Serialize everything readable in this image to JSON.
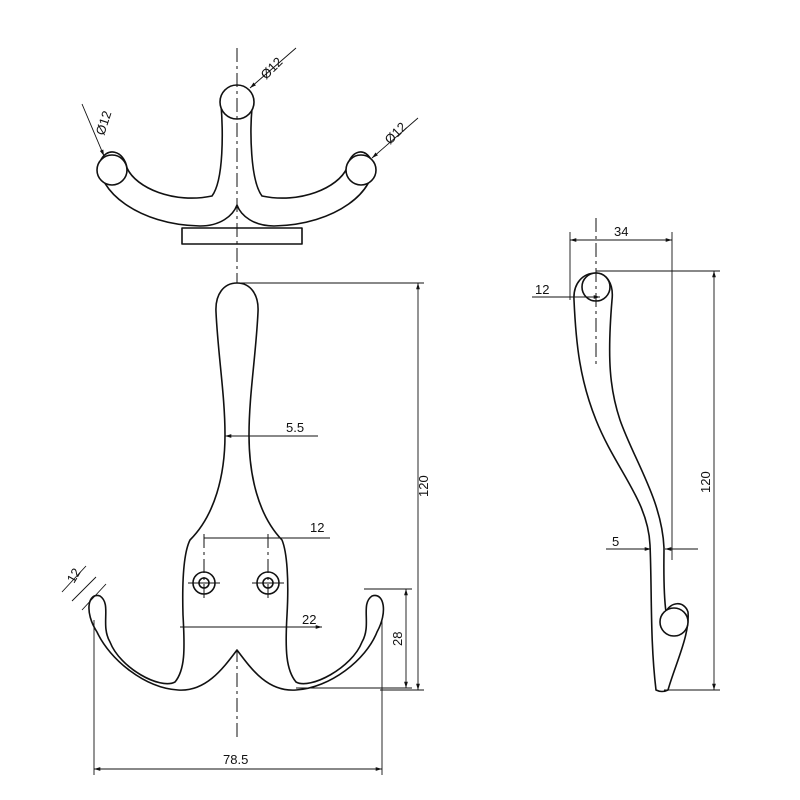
{
  "dimensions": {
    "top_center_dia": "Ø12",
    "top_left_dia": "Ø12",
    "top_right_dia": "Ø12",
    "shank_width": "5.5",
    "hole_spacing": "12",
    "plate_width": "22",
    "hook_radius": "12",
    "hook_depth": "28",
    "front_height": "120",
    "overall_width": "78.5",
    "side_depth": "34",
    "side_tip": "12",
    "side_height": "120",
    "side_thickness": "5"
  }
}
